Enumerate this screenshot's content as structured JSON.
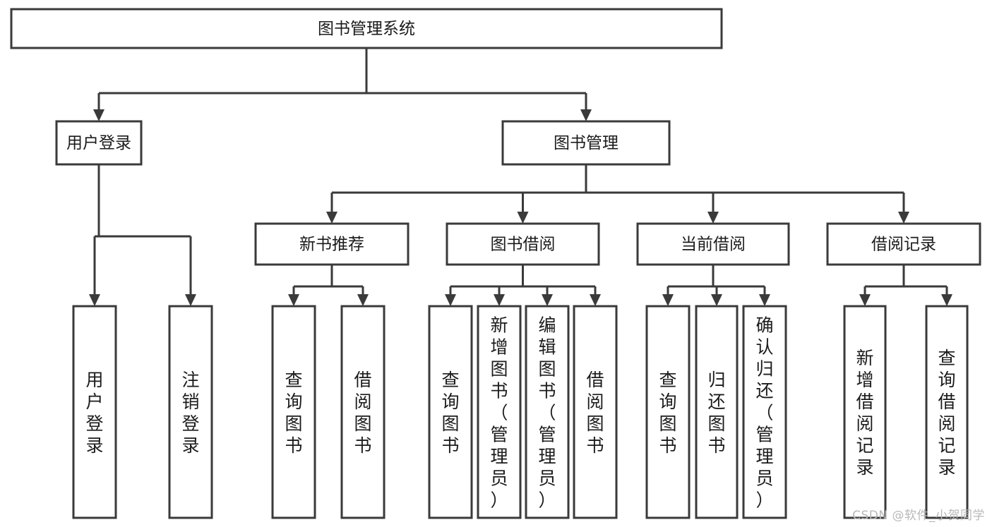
{
  "diagram": {
    "type": "hierarchy-tree",
    "orientation": "top-down",
    "root": {
      "label": "图书管理系统",
      "id": "root"
    },
    "levels": [
      {
        "level": 1,
        "nodes": [
          {
            "id": "user-login",
            "label": "用户登录",
            "text_orientation": "horizontal"
          },
          {
            "id": "book-manage",
            "label": "图书管理",
            "text_orientation": "horizontal"
          }
        ]
      },
      {
        "level": 2,
        "parent": "book-manage",
        "nodes": [
          {
            "id": "new-book-recommend",
            "label": "新书推荐",
            "text_orientation": "horizontal"
          },
          {
            "id": "book-borrow",
            "label": "图书借阅",
            "text_orientation": "horizontal"
          },
          {
            "id": "current-borrow",
            "label": "当前借阅",
            "text_orientation": "horizontal"
          },
          {
            "id": "borrow-record",
            "label": "借阅记录",
            "text_orientation": "horizontal"
          }
        ]
      },
      {
        "level": 3,
        "groups": [
          {
            "parent": "user-login",
            "nodes": [
              {
                "id": "leaf-user-login",
                "label": "用户登录",
                "text_orientation": "vertical"
              },
              {
                "id": "leaf-user-logout",
                "label": "注销登录",
                "text_orientation": "vertical"
              }
            ]
          },
          {
            "parent": "new-book-recommend",
            "nodes": [
              {
                "id": "leaf-query-book-1",
                "label": "查询图书",
                "text_orientation": "vertical"
              },
              {
                "id": "leaf-borrow-book-1",
                "label": "借阅图书",
                "text_orientation": "vertical"
              }
            ]
          },
          {
            "parent": "book-borrow",
            "nodes": [
              {
                "id": "leaf-query-book-2",
                "label": "查询图书",
                "text_orientation": "vertical"
              },
              {
                "id": "leaf-add-book",
                "label": "新增图书（管理员）",
                "text_orientation": "vertical"
              },
              {
                "id": "leaf-edit-book",
                "label": "编辑图书（管理员）",
                "text_orientation": "vertical"
              },
              {
                "id": "leaf-borrow-book-2",
                "label": "借阅图书",
                "text_orientation": "vertical"
              }
            ]
          },
          {
            "parent": "current-borrow",
            "nodes": [
              {
                "id": "leaf-query-book-3",
                "label": "查询图书",
                "text_orientation": "vertical"
              },
              {
                "id": "leaf-return-book",
                "label": "归还图书",
                "text_orientation": "vertical"
              },
              {
                "id": "leaf-confirm-return",
                "label": "确认归还（管理员）",
                "text_orientation": "vertical"
              }
            ]
          },
          {
            "parent": "borrow-record",
            "nodes": [
              {
                "id": "leaf-add-record",
                "label": "新增借阅记录",
                "text_orientation": "vertical"
              },
              {
                "id": "leaf-query-record",
                "label": "查询借阅记录",
                "text_orientation": "vertical"
              }
            ]
          }
        ]
      }
    ]
  },
  "colors": {
    "background": "#ffffff",
    "box_fill": "#ffffff",
    "box_stroke": "#3a3a3a",
    "connector": "#3a3a3a",
    "text": "#1b1b1b",
    "watermark": "#b8b8b8"
  },
  "watermark": {
    "text": "CSDN @软件_小贺同学"
  }
}
